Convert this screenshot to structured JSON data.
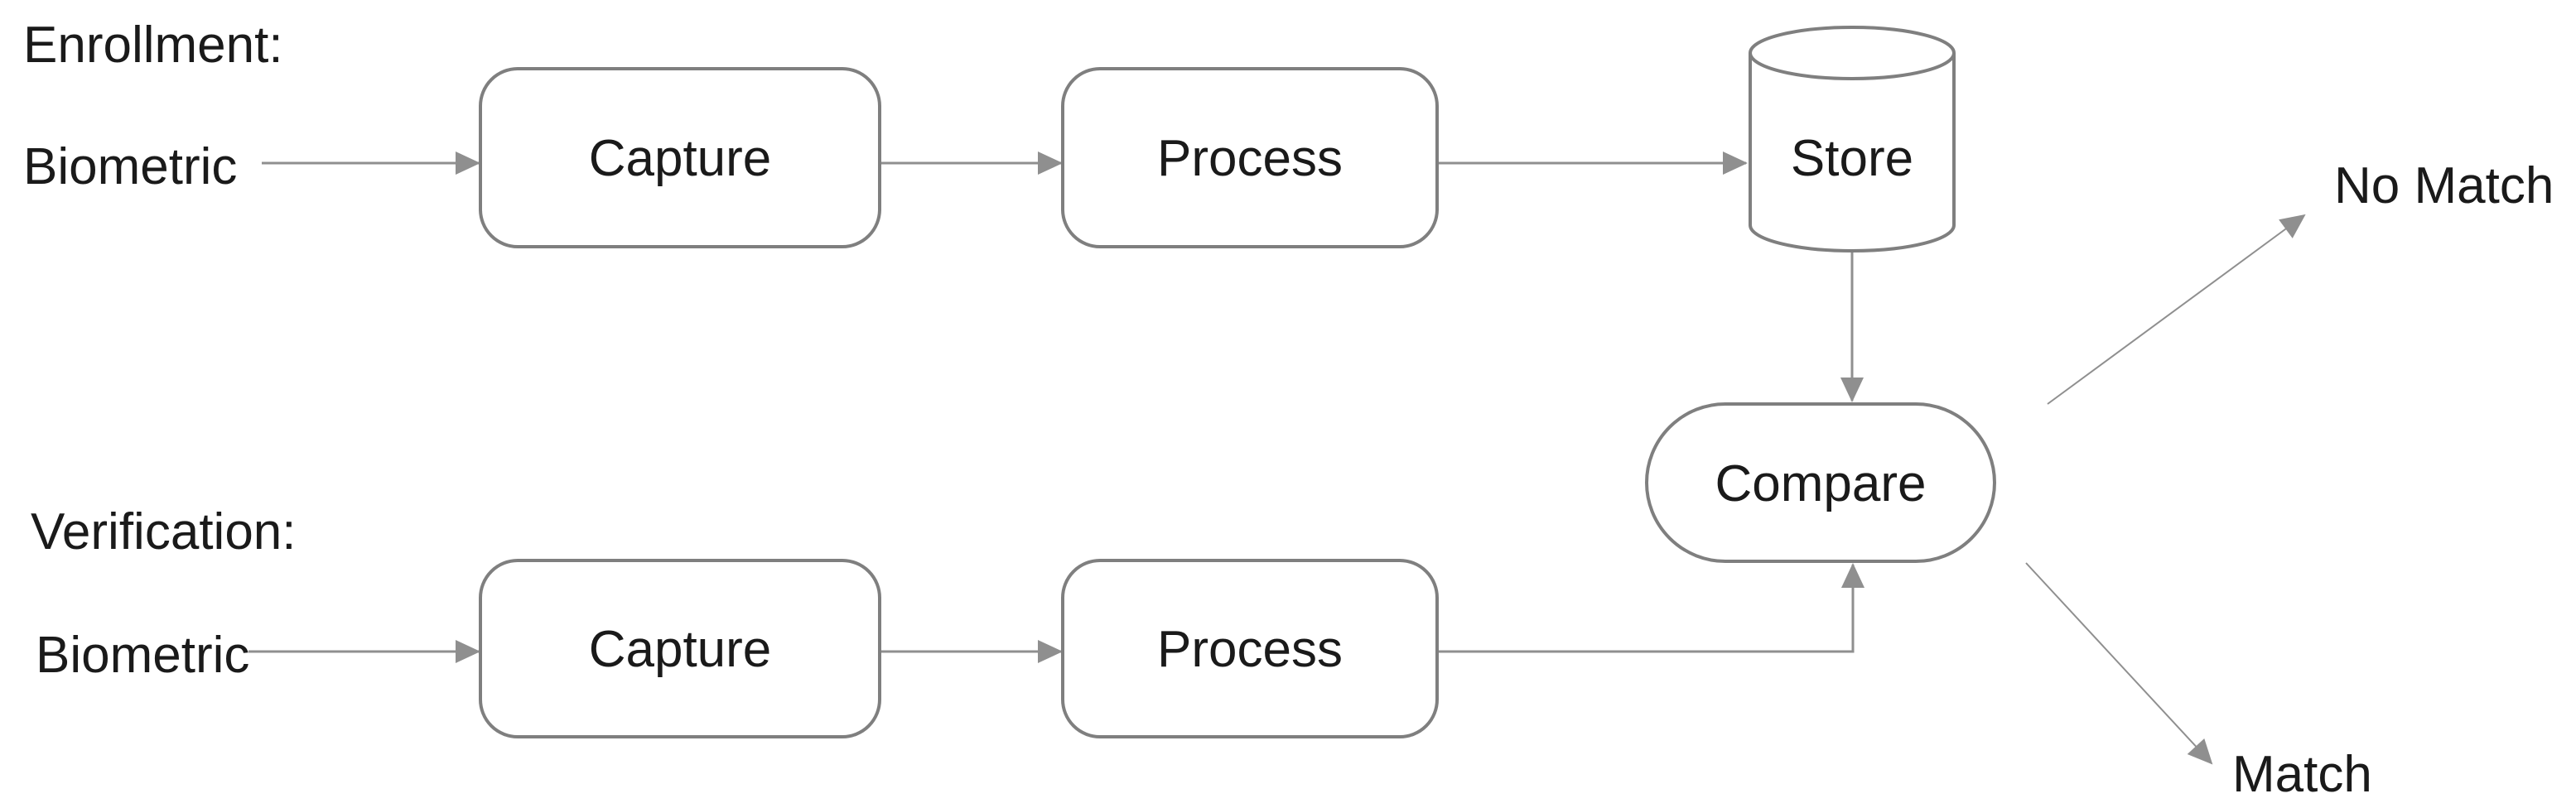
{
  "diagram": {
    "colors": {
      "background": "#ffffff",
      "shape_border": "#7f7f7f",
      "connector_line": "#8f8f8f",
      "text": "#1a1a1a"
    },
    "sections": [
      {
        "title": "Enrollment:",
        "input_label": "Biometric",
        "nodes": [
          {
            "label": "Capture",
            "shape": "rounded-rect"
          },
          {
            "label": "Process",
            "shape": "rounded-rect"
          },
          {
            "label": "Store",
            "shape": "database-cylinder"
          }
        ]
      },
      {
        "title": "Verification:",
        "input_label": "Biometric",
        "nodes": [
          {
            "label": "Capture",
            "shape": "rounded-rect"
          },
          {
            "label": "Process",
            "shape": "rounded-rect"
          }
        ]
      }
    ],
    "compare": {
      "label": "Compare",
      "shape": "stadium",
      "outcomes": [
        {
          "label": "No Match"
        },
        {
          "label": "Match"
        }
      ]
    }
  }
}
